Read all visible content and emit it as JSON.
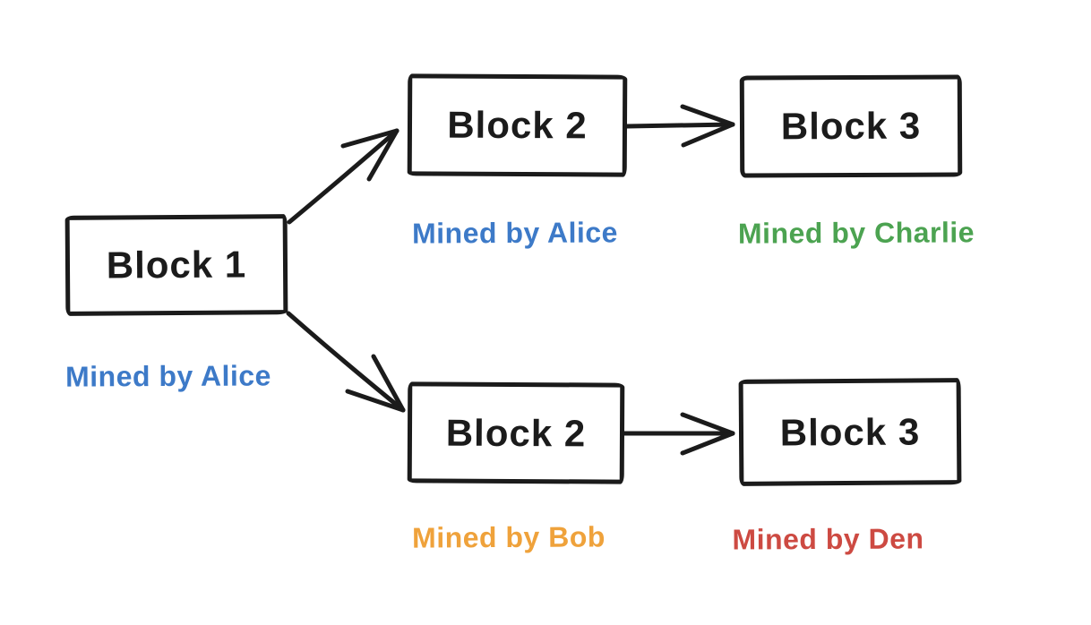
{
  "diagram": {
    "type": "blockchain-fork-flowchart",
    "background_color": "#ffffff",
    "stroke_color": "#1b1b1b",
    "blocks": [
      {
        "id": "block-1",
        "label": "Block 1",
        "miner_label": "Mined by Alice",
        "miner_color": "#3d7ac8"
      },
      {
        "id": "block-2-top",
        "label": "Block 2",
        "miner_label": "Mined by Alice",
        "miner_color": "#3d7ac8"
      },
      {
        "id": "block-3-top",
        "label": "Block 3",
        "miner_label": "Mined by Charlie",
        "miner_color": "#4ca351"
      },
      {
        "id": "block-2-bottom",
        "label": "Block 2",
        "miner_label": "Mined by Bob",
        "miner_color": "#efa23b"
      },
      {
        "id": "block-3-bottom",
        "label": "Block 3",
        "miner_label": "Mined by Den",
        "miner_color": "#cd4a42"
      }
    ],
    "edges": [
      {
        "from": "block-1",
        "to": "block-2-top"
      },
      {
        "from": "block-1",
        "to": "block-2-bottom"
      },
      {
        "from": "block-2-top",
        "to": "block-3-top"
      },
      {
        "from": "block-2-bottom",
        "to": "block-3-bottom"
      }
    ]
  }
}
